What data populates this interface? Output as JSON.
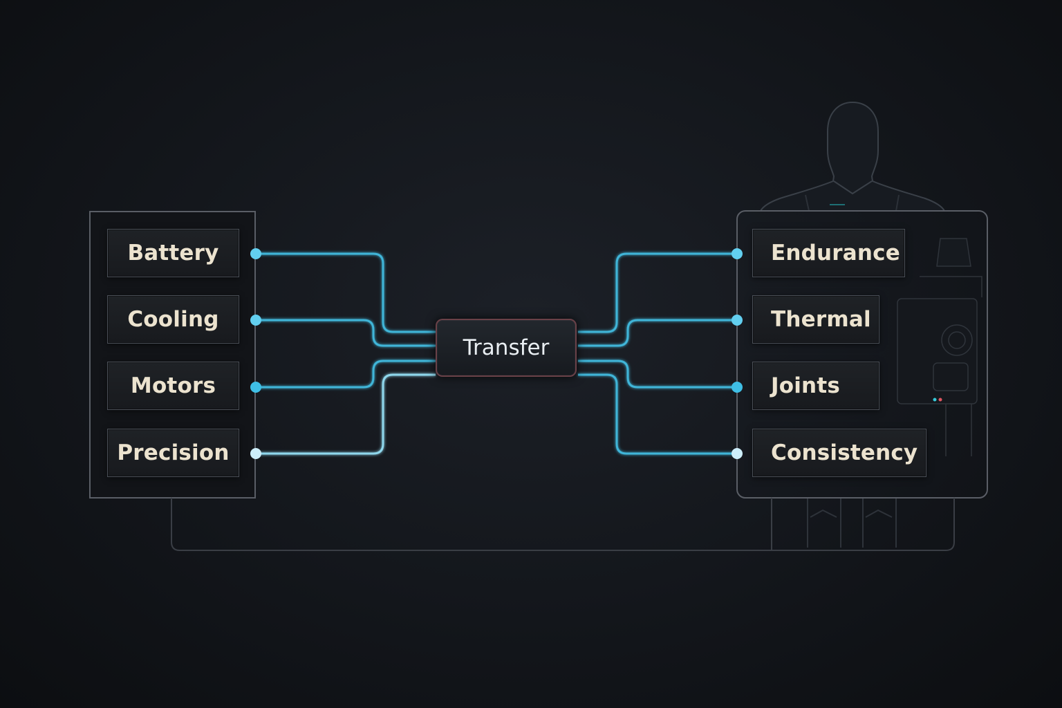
{
  "diagram": {
    "center_node": "Transfer",
    "inputs": [
      "Battery",
      "Cooling",
      "Motors",
      "Precision"
    ],
    "outputs": [
      "Endurance",
      "Thermal",
      "Joints",
      "Consistency"
    ]
  },
  "colors": {
    "background": "#13161b",
    "connector": "#3fb5d8",
    "connector_glow": "#6fd6f2",
    "dot": "#62cff0",
    "box_text": "#ece3cf",
    "center_border": "#6a4148",
    "panel_border": "#5a5e66"
  },
  "icons": {
    "figure": "humanoid-robot-silhouette-icon"
  }
}
